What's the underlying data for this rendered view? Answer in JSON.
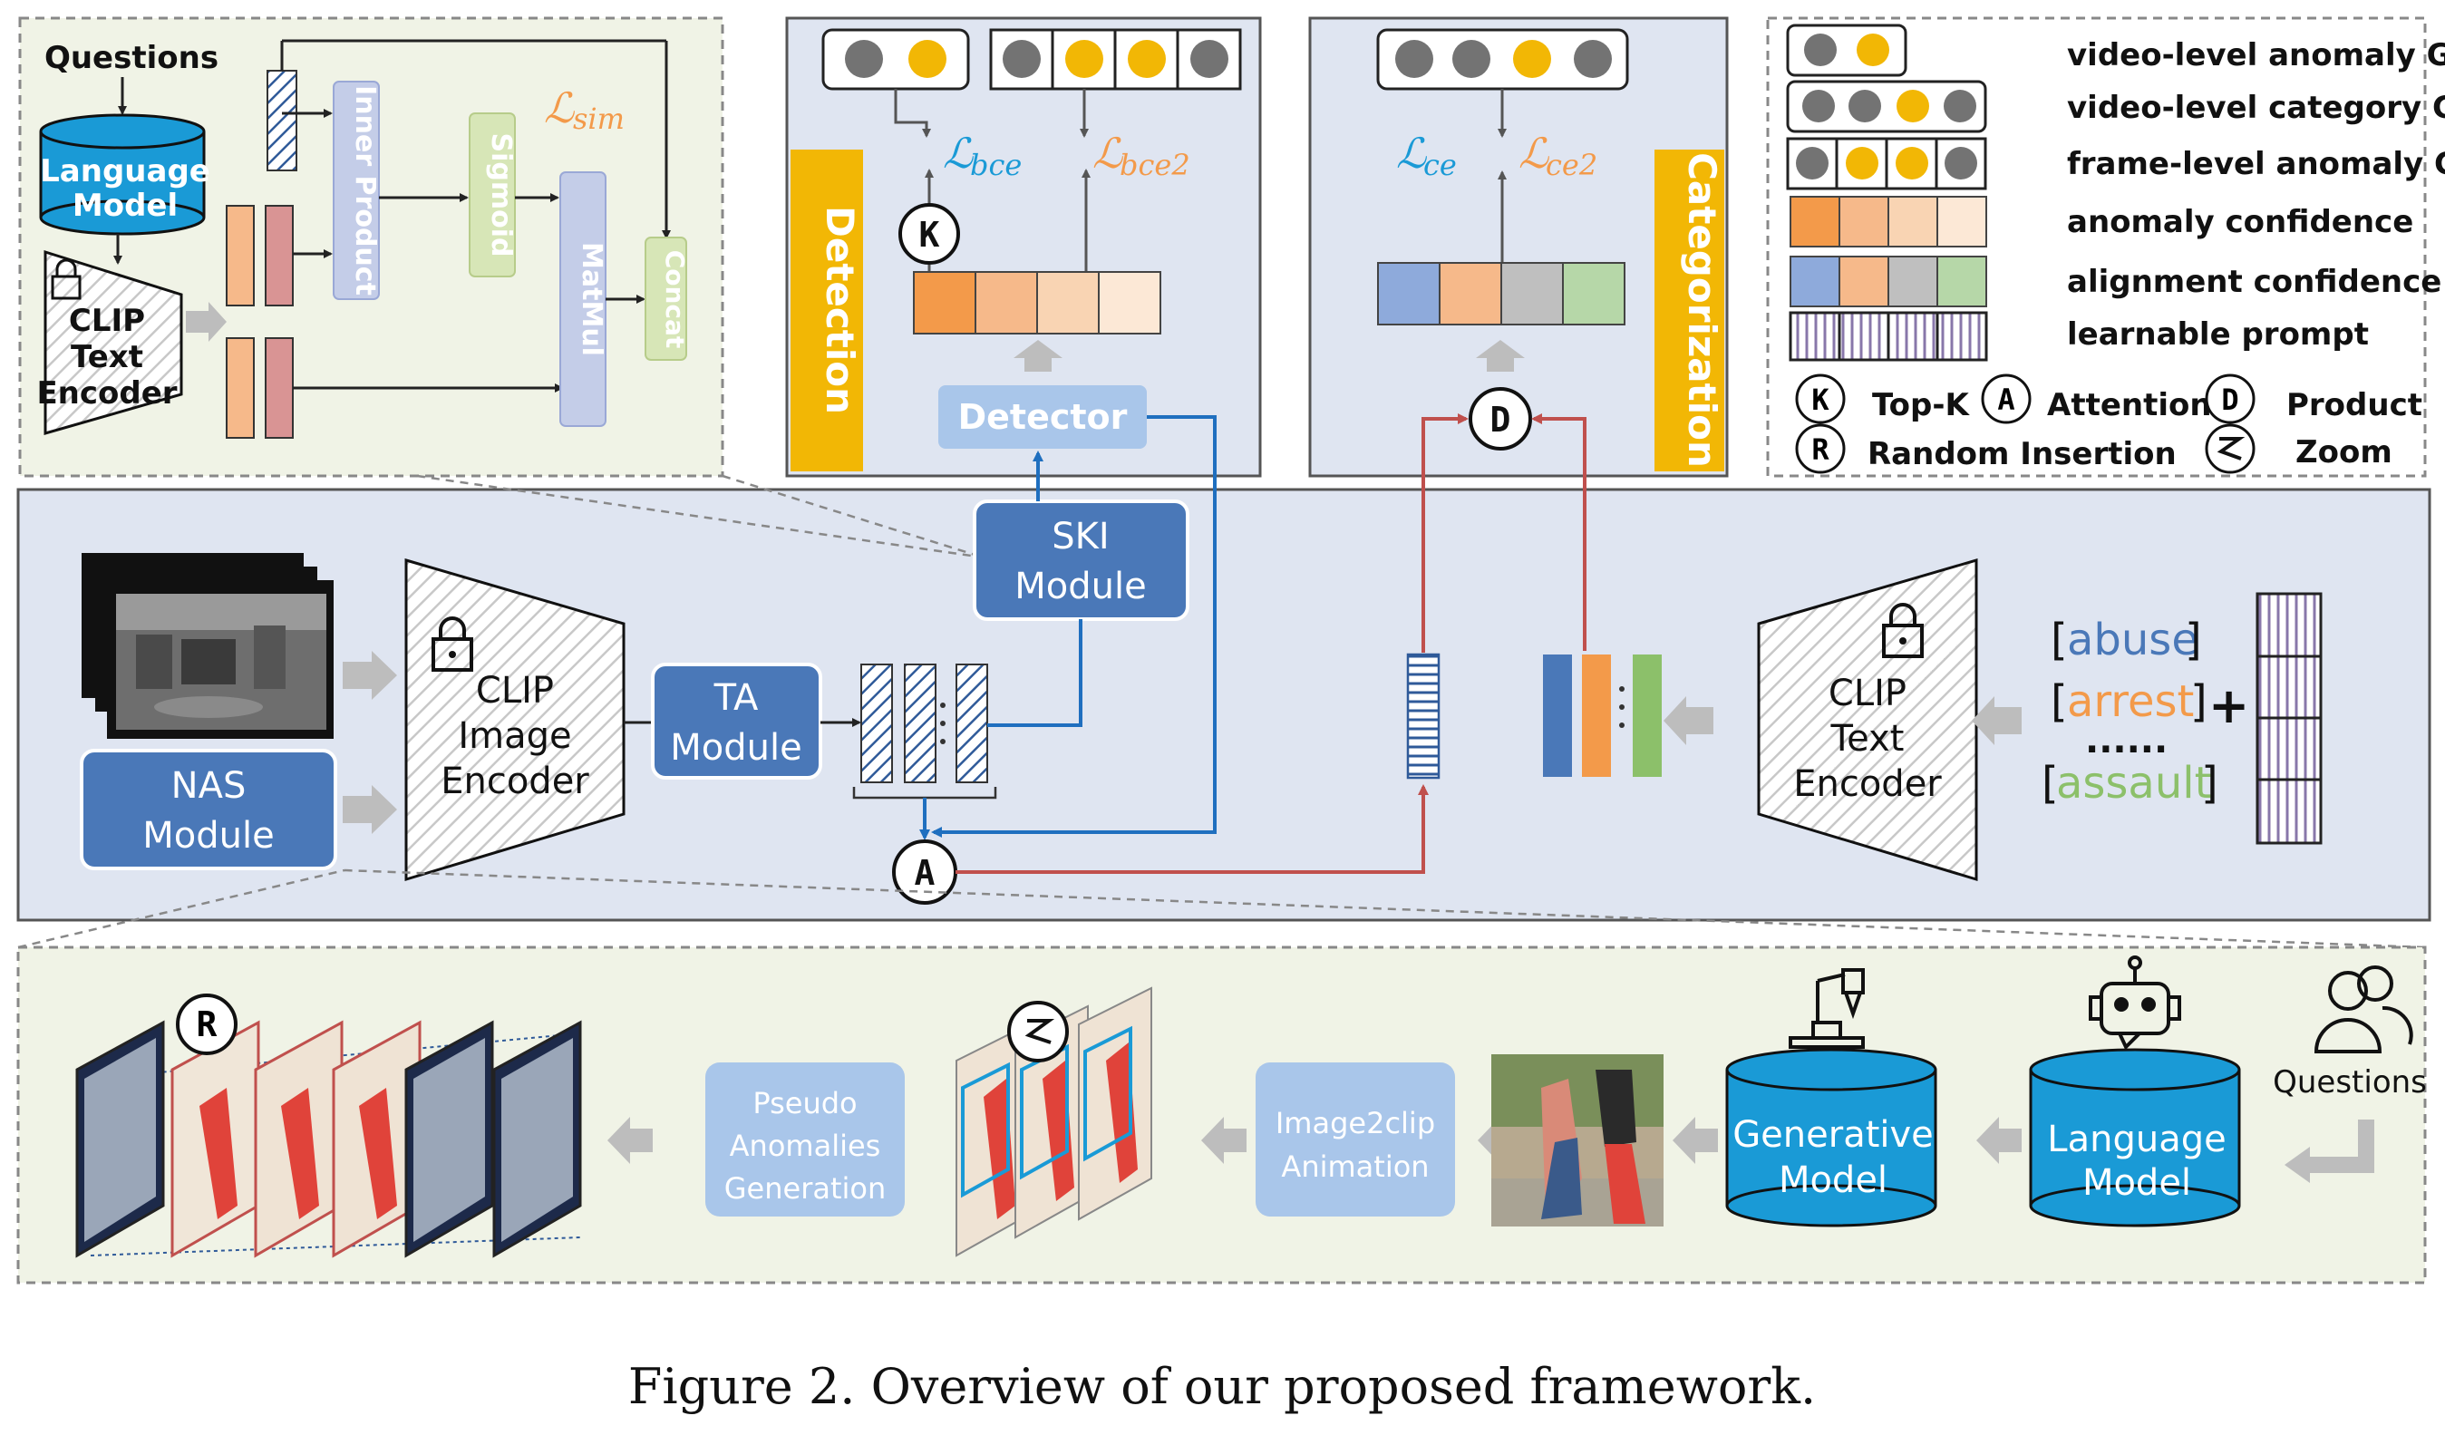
{
  "colors": {
    "orange_dark": "#f39a4a",
    "orange_mid": "#f6b98a",
    "orange_light": "#f9d4b3",
    "orange_pale": "#fce8d6",
    "blue_box": "#4a78b8",
    "light_blue_box": "#a9c6ea",
    "panel_blue": "#dfe5f1",
    "panel_green": "#f0f3e6",
    "yellow": "#f2b705",
    "gray_dot": "#737373",
    "red_line": "#c0504d",
    "blue_line": "#1f6fbf",
    "cylinder": "#1a9ad6",
    "lilac_box": "#c4cde8"
  },
  "top_left": {
    "questions": "Questions",
    "language_model": [
      "Language",
      "Model"
    ],
    "clip_text_encoder": [
      "CLIP",
      "Text",
      "Encoder"
    ],
    "inner_product": "Inner Product",
    "sigmoid": "Sigmoid",
    "matmul": "MatMul",
    "concat": "Concat",
    "loss_sim": "sim"
  },
  "detection": {
    "side_label": "Detection",
    "loss_bce": "bce",
    "loss_bce2": "bce2",
    "topk_symbol": "K",
    "detector": "Detector"
  },
  "categorization": {
    "side_label": "Categorization",
    "loss_ce": "ce",
    "loss_ce2": "ce2",
    "product_symbol": "D"
  },
  "legend": {
    "items": [
      "video-level anomaly GT",
      "video-level category GT",
      "frame-level anomaly GT",
      "anomaly confidence",
      "alignment confidence",
      "learnable prompt"
    ],
    "symbols": [
      {
        "symbol": "K",
        "label": "Top-K"
      },
      {
        "symbol": "A",
        "label": "Attention"
      },
      {
        "symbol": "D",
        "label": "Product"
      },
      {
        "symbol": "R",
        "label": "Random Insertion"
      },
      {
        "symbol": "Z",
        "label": "Zoom"
      }
    ]
  },
  "middle": {
    "ski_module": [
      "SKI",
      "Module"
    ],
    "clip_image_encoder": [
      "CLIP",
      "Image",
      "Encoder"
    ],
    "ta_module": [
      "TA",
      "Module"
    ],
    "nas_module": [
      "NAS",
      "Module"
    ],
    "attention_symbol": "A",
    "clip_text_encoder": [
      "CLIP",
      "Text",
      "Encoder"
    ],
    "categories": {
      "abuse": "abuse",
      "arrest": "arrest",
      "dots": "......",
      "assault": "assault",
      "plus": "+"
    }
  },
  "bottom": {
    "random_symbol": "R",
    "zoom_symbol": "Z",
    "pseudo_anomalies": [
      "Pseudo",
      "Anomalies",
      "Generation"
    ],
    "image2clip": [
      "Image2clip",
      "Animation"
    ],
    "generative_model": [
      "Generative",
      "Model"
    ],
    "language_model": [
      "Language",
      "Model"
    ],
    "questions": "Questions"
  },
  "caption": "Figure 2. Overview of our proposed framework."
}
